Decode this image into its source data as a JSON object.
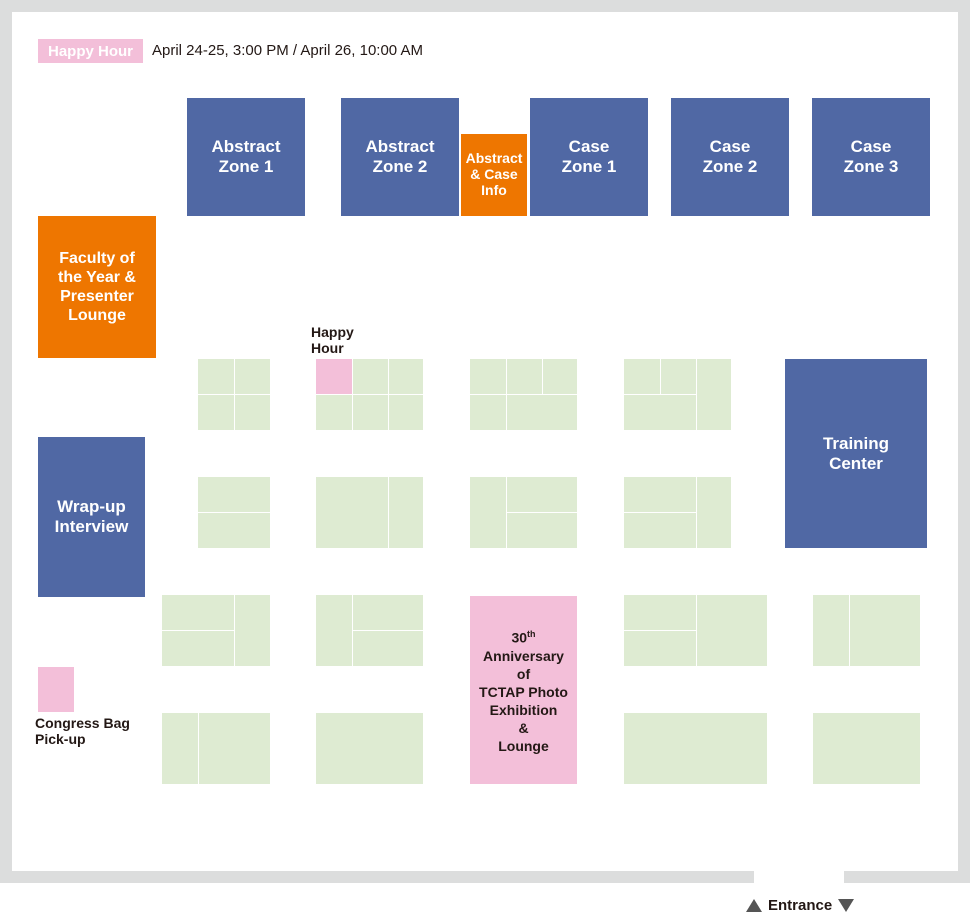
{
  "legend": {
    "badge": "Happy Hour",
    "schedule": "April 24-25, 3:00 PM / April 26, 10:00 AM"
  },
  "zones": {
    "abstract_zone_1": "Abstract\nZone 1",
    "abstract_zone_2": "Abstract\nZone 2",
    "abstract_case_info": "Abstract\n& Case\nInfo",
    "case_zone_1": "Case\nZone 1",
    "case_zone_2": "Case\nZone 2",
    "case_zone_3": "Case\nZone 3",
    "faculty_lounge": "Faculty of\nthe Year &\nPresenter\nLounge",
    "wrap_up": "Wrap-up\nInterview",
    "training_center": "Training\nCenter"
  },
  "labels": {
    "happy_hour": "Happy\nHour",
    "congress_bag": "Congress Bag\nPick-up"
  },
  "photo_exhibition": {
    "num": "30",
    "sup": "th",
    "line1": "Anniversary",
    "line2": "of",
    "line3": "TCTAP Photo",
    "line4": "Exhibition",
    "line5": "&",
    "line6": "Lounge"
  },
  "entrance": "Entrance",
  "colors": {
    "zone_blue": "#5068a4",
    "info_orange": "#ee7600",
    "highlight_pink": "#f3bfd9",
    "booth_green": "#deebd2",
    "wall_gray": "#dcdddd"
  }
}
